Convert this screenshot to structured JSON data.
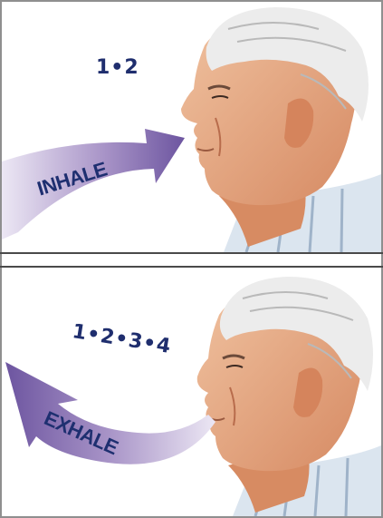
{
  "panels": [
    {
      "count": "1•2",
      "label": "INHALE"
    },
    {
      "count": "1•2•3•4",
      "label": "EXHALE"
    }
  ],
  "colors": {
    "frame": "#8f8f8f",
    "divider": "#4a4a4a",
    "text": "#1f2e6e",
    "arrow_dark": "#7b64a8",
    "arrow_light": "#e4ddf0",
    "skin": "#e7a982",
    "hair": "#e9e9e9",
    "shirt": "#d9e3ee"
  },
  "icons": [
    "inhale-arrow-icon",
    "exhale-arrow-icon",
    "man-head-illustration"
  ]
}
